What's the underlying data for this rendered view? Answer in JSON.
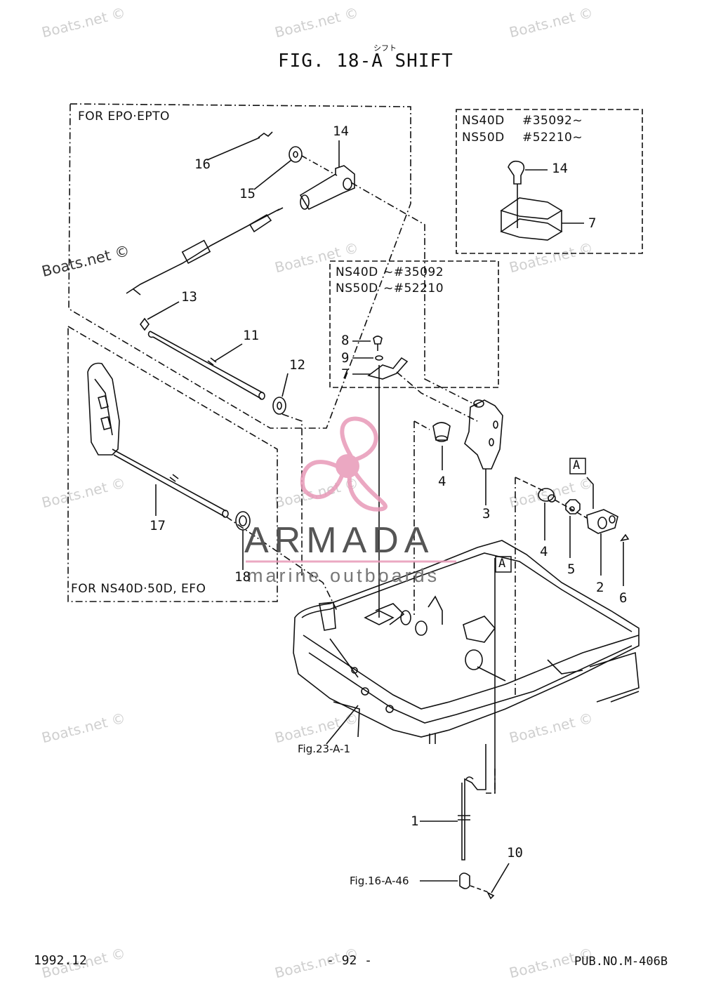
{
  "header": {
    "furigana": "シフト",
    "title": "FIG. 18-A SHIFT"
  },
  "watermark": {
    "text": "Boats.net ©"
  },
  "logo": {
    "name": "ARMADA",
    "tagline": "marine outboards",
    "color": "#e89ab8"
  },
  "boxes": {
    "epo": {
      "title": "FOR EPO·EPTO"
    },
    "efo": {
      "title": "FOR NS40D·50D, EFO"
    },
    "late": {
      "line1_model": "NS40D",
      "line1_serial": "#35092~",
      "line2_model": "NS50D",
      "line2_serial": "#52210~"
    },
    "early": {
      "line1_model": "NS40D",
      "line1_serial": "~#35092",
      "line2_model": "NS50D",
      "line2_serial": "~#52210"
    }
  },
  "callouts": {
    "p1": "1",
    "p2": "2",
    "p3": "3",
    "p4a": "4",
    "p4b": "4",
    "p5": "5",
    "p6": "6",
    "p7a": "7",
    "p7b": "7",
    "p8": "8",
    "p9": "9",
    "p10": "10",
    "p11": "11",
    "p12": "12",
    "p13": "13",
    "p14a": "14",
    "p14b": "14",
    "p15": "15",
    "p16": "16",
    "p17": "17",
    "p18": "18",
    "markA1": "A",
    "markA2": "A"
  },
  "refs": {
    "fig23": "Fig.23-A-1",
    "fig16": "Fig.16-A-46"
  },
  "footer": {
    "date": "1992.12",
    "page": "- 92 -",
    "pub": "PUB.NO.M-406B"
  }
}
